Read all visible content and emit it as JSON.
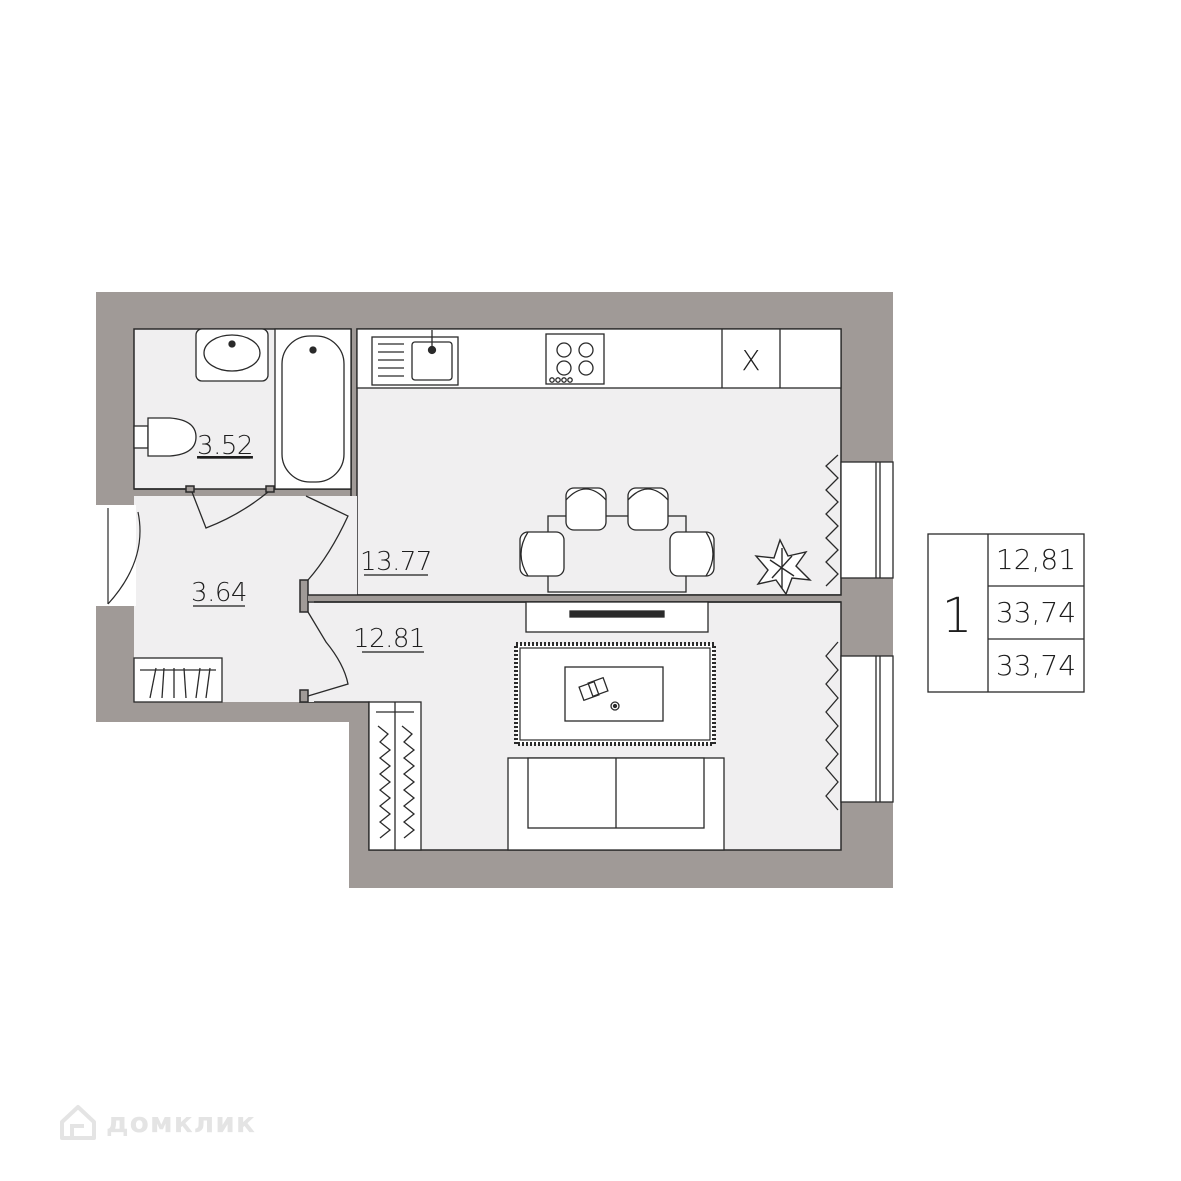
{
  "rooms": {
    "bathroom": {
      "area": "3.52"
    },
    "hall": {
      "area": "3.64"
    },
    "kitchen": {
      "area": "13.77"
    },
    "living_room": {
      "area": "12.81"
    }
  },
  "kitchen_fridge_mark": "X",
  "legend": {
    "rooms_count": "1",
    "living_area": "12,81",
    "total_area": "33,74",
    "total_area_2": "33,74"
  },
  "watermark": {
    "text": "домклик",
    "icon": "house-logo-icon"
  },
  "colors": {
    "wall": "#a09a97",
    "floor": "#f0eff0",
    "line": "#2a2a2a"
  }
}
